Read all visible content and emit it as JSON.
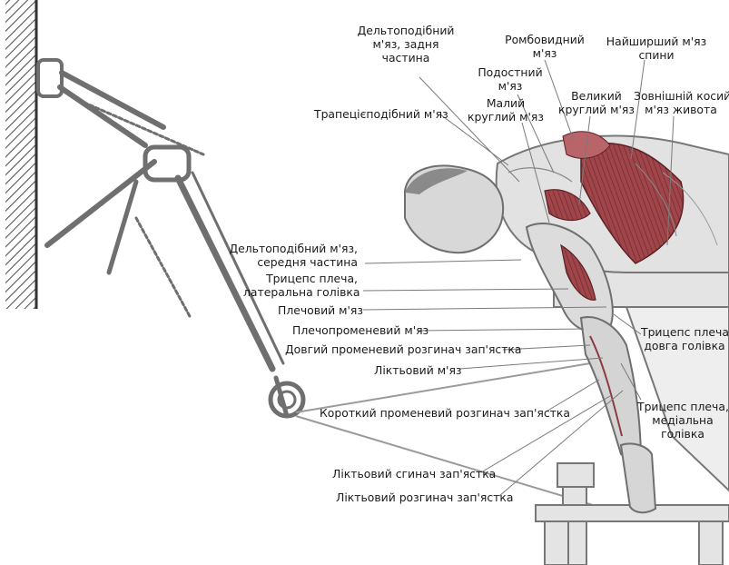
{
  "labels": {
    "deltoid_posterior": [
      "Дельтоподібний",
      "м'яз, задня",
      "частина"
    ],
    "rhomboid": [
      "Ромбовидний",
      "м'яз"
    ],
    "latissimus": [
      "Найширший м'яз",
      "спини"
    ],
    "infraspinatus": [
      "Подостний",
      "м'яз"
    ],
    "teres_minor": [
      "Малий",
      "круглий м'яз"
    ],
    "teres_major": [
      "Великий",
      "круглий м'яз"
    ],
    "external_oblique": [
      "Зовнішній косий",
      "м'яз живота"
    ],
    "trapezius": "Трапецієподібний м'яз",
    "deltoid_middle": [
      "Дельтоподібний м'яз,",
      "середня частина"
    ],
    "triceps_lateral": [
      "Трицепс плеча,",
      "латеральна голівка"
    ],
    "brachialis": "Плечовий м'яз",
    "brachioradialis": "Плечопроменевий м'яз",
    "ext_carpi_rad_longus": "Довгий променевий розгинач зап'ястка",
    "anconeus": "Ліктьовий м'яз",
    "triceps_long": [
      "Трицепс плеча,",
      "довга голівка"
    ],
    "triceps_medial": [
      "Трицепс плеча,",
      "медіальна",
      "голівка"
    ],
    "ext_carpi_rad_brevis": "Короткий променевий розгинач зап'ястка",
    "flexor_carpi_ulnaris": "Ліктьовий сгинач зап'ястка",
    "ext_carpi_ulnaris": "Ліктьовий розгинач зап'ястка"
  },
  "colors": {
    "muscle_highlight": "#a0454a",
    "sketch": "#6f6f6f",
    "leader": "#7a7a7a"
  }
}
